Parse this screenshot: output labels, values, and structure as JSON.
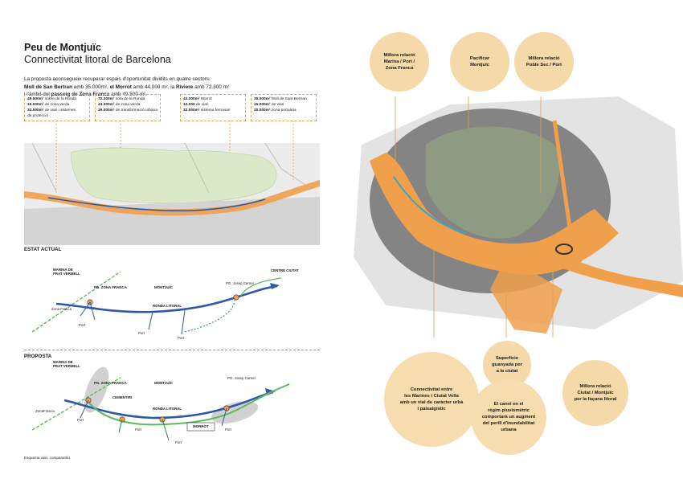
{
  "title": "Peu de Montjuïc",
  "subtitle": "Connectivitat litoral de Barcelona",
  "intro": {
    "line1": "La proposta aconsegueix recuperar espais d'oportunitat dividits en quatre sectors:",
    "l2_a": "Moll de San Bertran",
    "l2_b": " amb 35.000m², ",
    "l2_c": "el Morrot",
    "l2_d": " amb 44.000 m², la ",
    "l2_e": "Riviere",
    "l2_f": " amb 72.300 m²",
    "l3_a": "i l'àmbit del ",
    "l3_b": "passeig de Zona Franca",
    "l3_c": " amb 49.500 m²."
  },
  "sectors": [
    {
      "lines": [
        [
          "49.500m²",
          " sobre de la Ronda"
        ],
        [
          "16.000m²",
          " de zona verda"
        ],
        [
          "33.500m²",
          " de viari i sistemes"
        ],
        [
          "",
          "de protecció"
        ]
      ]
    },
    {
      "lines": [
        [
          "72.300m²",
          " sota de la Ronda"
        ],
        [
          "43.300m²",
          " de zona verda"
        ],
        [
          "29.000m²",
          " de transformació urbana"
        ]
      ]
    },
    {
      "lines": [
        [
          "44.000m²",
          " Morrot"
        ],
        [
          "12.000",
          " de viari"
        ],
        [
          "32.000m²",
          " sistema ferroviari"
        ]
      ]
    },
    {
      "lines": [
        [
          "35.000m²",
          " Moll de Sant Bertran"
        ],
        [
          "15.000m²",
          " de viari"
        ],
        [
          "20.000m²",
          " zona portuària"
        ]
      ]
    }
  ],
  "estat_actual": {
    "heading": "ESTAT ACTUAL",
    "marina": "MARINA DE\nPRAT VERMELL",
    "pg_zona_franca": "PG. ZONA FRANCA",
    "montjuic": "MONTJUÏC",
    "centre": "CENTRE CIUTAT",
    "pg_josep": "PG. Josep Carner",
    "zona_franca": "Zona Franca",
    "ronda": "RONDA LITORAL",
    "port1": "Port",
    "port2": "Port",
    "port3": "Port"
  },
  "proposta": {
    "heading": "PROPOSTA",
    "marina": "MARINA DE\nPRAT VERMELL",
    "pg_zona_franca": "PG. ZONA FRANCA",
    "montjuic": "MONTJUÏC",
    "cementiri": "CEMENTIRI",
    "pg_josep": "PG. Josep Carner",
    "zona_franca": "ZonaFranca",
    "ronda": "RONDA LITORAL",
    "morrot": "MORROT",
    "port1": "Port",
    "port2": "Port",
    "port3": "Port",
    "port4": "Port"
  },
  "caption": "Esquema viari, comparantiu.",
  "callouts": {
    "c1": "Millora relació\nMarina / Port /\nZona Franca",
    "c2": "Pacificar\nMontjuïc",
    "c3": "Millora relació\nPoble Sec / Port",
    "c4": "Connectivitat entre\nles Marines i Ciutat Vella\namb un vial de caràcter urbà\ni paisatgístic",
    "c5": "Superfície\nguanyada per\na la ciutat",
    "c6": "El canvi en el\nrègim pluviomètric\ncomportarà un augment\ndel perill d'inundabilitat\nurbana",
    "c7": "Millora relació\nCiutat / Montjuïc\nper la façana litoral"
  },
  "colors": {
    "orange": "#f0a04b",
    "blue": "#2f58a8",
    "green": "#5cb85c",
    "peach": "#f5d9a8"
  }
}
